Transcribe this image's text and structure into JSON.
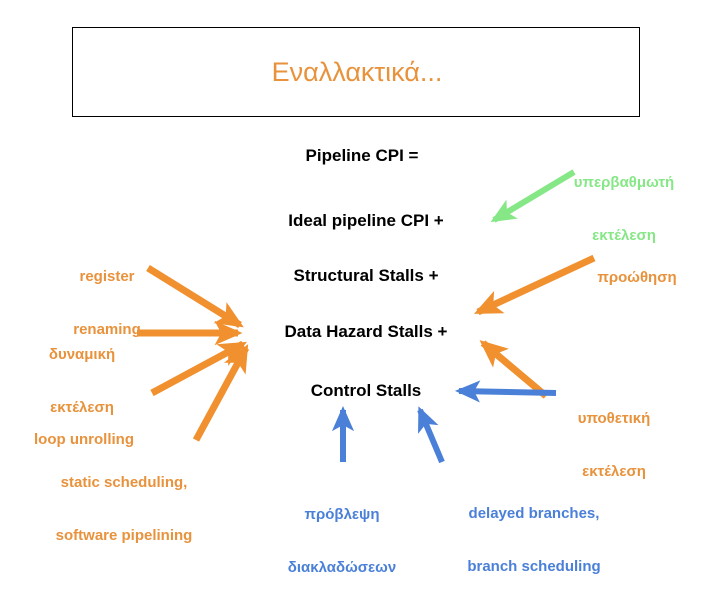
{
  "slide": {
    "title": "Εναλλακτικά...",
    "colors": {
      "orange": "#E8923C",
      "green": "#86E786",
      "blue": "#4B80D8",
      "black": "#000000",
      "background": "#FFFFFF"
    }
  },
  "equation": {
    "heading": "Pipeline CPI =",
    "terms": [
      {
        "label": "Ideal pipeline CPI +"
      },
      {
        "label": "Structural Stalls +"
      },
      {
        "label": "Data Hazard Stalls +"
      },
      {
        "label": "Control Stalls"
      }
    ]
  },
  "annotations": {
    "left": [
      {
        "id": "register-renaming",
        "line1": "register",
        "line2": "renaming",
        "color": "orange"
      },
      {
        "id": "dynamic-execution",
        "line1": "δυναμική",
        "line2": "εκτέλεση",
        "color": "orange"
      },
      {
        "id": "loop-unrolling",
        "line1": "loop unrolling",
        "line2": "",
        "color": "orange"
      },
      {
        "id": "static-scheduling",
        "line1": "static scheduling,",
        "line2": "software pipelining",
        "color": "orange"
      }
    ],
    "right": [
      {
        "id": "superpipelining",
        "line1": "υπερβαθμωτή",
        "line2": "εκτέλεση",
        "color": "green"
      },
      {
        "id": "forwarding",
        "line1": "προώθηση",
        "line2": "",
        "color": "orange"
      },
      {
        "id": "speculative-exec",
        "line1": "υποθετική",
        "line2": "εκτέλεση",
        "color": "orange"
      }
    ],
    "bottom": [
      {
        "id": "branch-prediction",
        "line1": "πρόβλεψη",
        "line2": "διακλαδώσεων",
        "color": "blue"
      },
      {
        "id": "delayed-branches",
        "line1": "delayed branches,",
        "line2": "branch scheduling",
        "color": "blue"
      }
    ]
  },
  "arrows": [
    {
      "id": "arrow-superpipelining-to-ideal-cpi",
      "color": "green",
      "from": "υπερβαθμωτή εκτέλεση",
      "to": "Ideal pipeline CPI +"
    },
    {
      "id": "arrow-register-renaming-to-data-hazard",
      "color": "orange",
      "from": "register renaming",
      "to": "Data Hazard Stalls +"
    },
    {
      "id": "arrow-dynamic-execution-to-data-hazard",
      "color": "orange",
      "from": "δυναμική εκτέλεση",
      "to": "Data Hazard Stalls +"
    },
    {
      "id": "arrow-loop-unrolling-to-data-hazard",
      "color": "orange",
      "from": "loop unrolling",
      "to": "Data Hazard Stalls +"
    },
    {
      "id": "arrow-static-scheduling-to-data-hazard",
      "color": "orange",
      "from": "static scheduling, software pipelining",
      "to": "Data Hazard Stalls +"
    },
    {
      "id": "arrow-forwarding-to-data-hazard",
      "color": "orange",
      "from": "προώθηση",
      "to": "Data Hazard Stalls +"
    },
    {
      "id": "arrow-speculative-to-data-hazard",
      "color": "orange",
      "from": "υποθετική εκτέλεση",
      "to": "Data Hazard Stalls +"
    },
    {
      "id": "arrow-speculative-to-control-stalls",
      "color": "blue",
      "from": "υποθετική εκτέλεση",
      "to": "Control Stalls"
    },
    {
      "id": "arrow-branch-prediction-to-control-stalls",
      "color": "blue",
      "from": "πρόβλεψη διακλαδώσεων",
      "to": "Control Stalls"
    },
    {
      "id": "arrow-delayed-branches-to-control-stalls",
      "color": "blue",
      "from": "delayed branches, branch scheduling",
      "to": "Control Stalls"
    }
  ]
}
